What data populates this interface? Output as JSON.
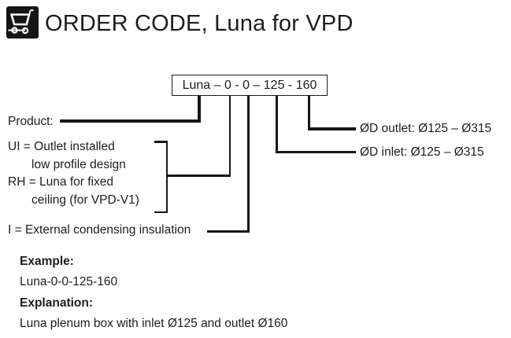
{
  "header": {
    "icon": "shopping-cart-icon",
    "title": "ORDER CODE, Luna for VPD"
  },
  "diagram": {
    "code_box_text": "Luna – 0 - 0 – 125 - 160",
    "labels": {
      "product": "Product:",
      "ui_line1": "UI = Outlet installed",
      "ui_line2": "low profile design",
      "rh_line1": "RH = Luna for fixed",
      "rh_line2": "ceiling (for VPD-V1)",
      "insulation": "I = External condensing insulation",
      "outlet": "ØD outlet: Ø125 – Ø315",
      "inlet": "ØD inlet: Ø125 – Ø315"
    }
  },
  "footer": {
    "example_heading": "Example:",
    "example_value": "Luna-0-0-125-160",
    "explanation_heading": "Explanation:",
    "explanation_value": "Luna plenum box with inlet Ø125 and outlet Ø160"
  },
  "colors": {
    "text": "#1d1d1b",
    "line": "#161616",
    "icon_background": "#161616",
    "background": "#ffffff"
  }
}
